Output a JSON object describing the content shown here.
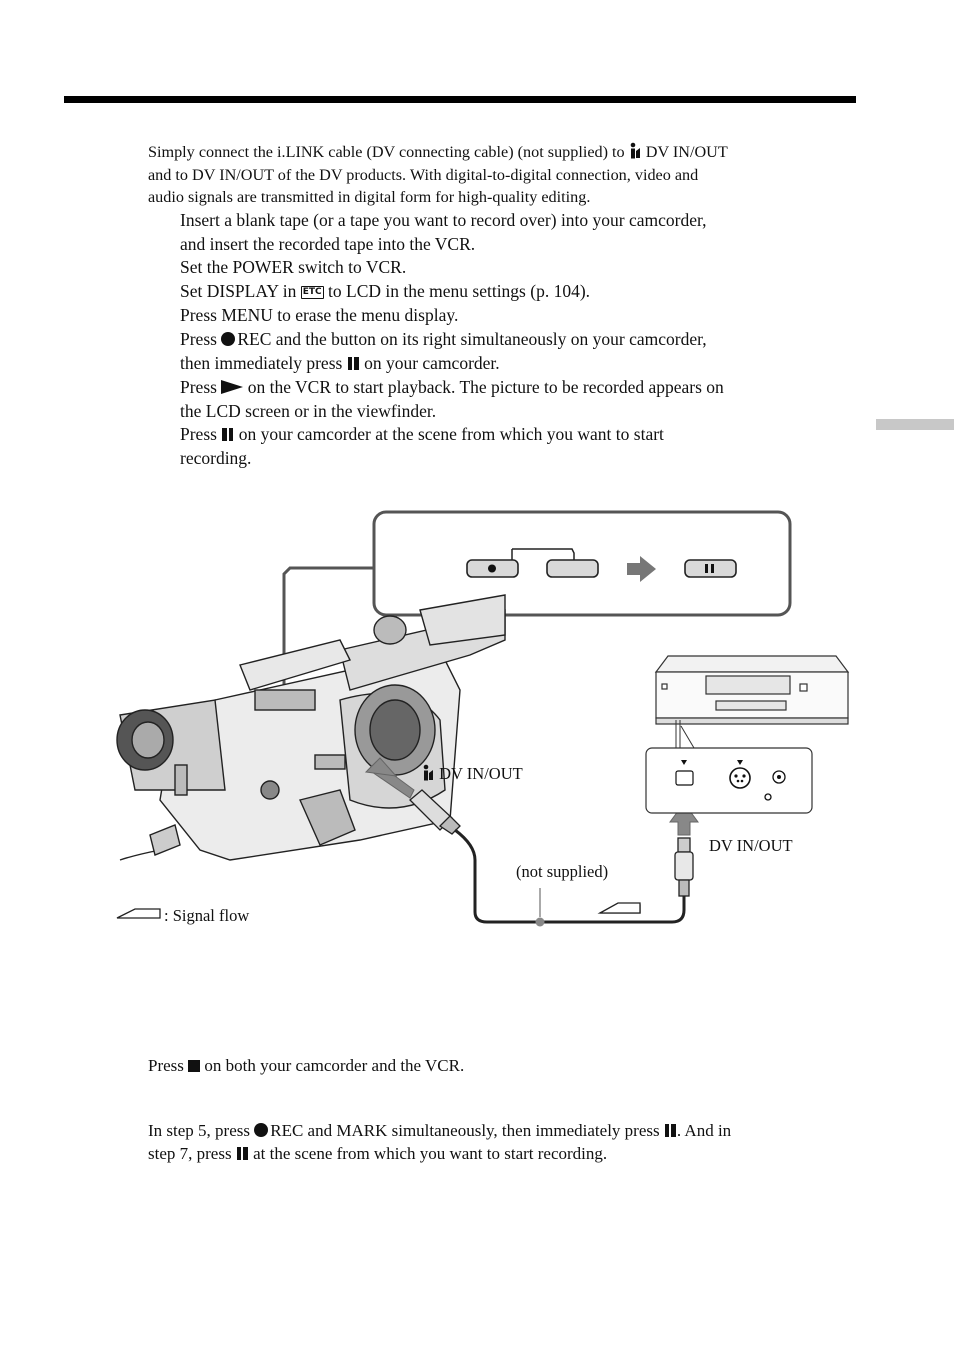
{
  "intro": [
    "Simply connect the i.LINK cable (DV connecting cable) (not supplied) to",
    "DV IN/OUT",
    "and to DV IN/OUT of the DV products.  With digital-to-digital connection, video and",
    "audio signals are transmitted in digital form for high-quality editing."
  ],
  "steps": [
    {
      "lines": [
        "Insert a blank tape (or a tape you want to record over) into your camcorder,",
        "and insert the recorded tape into the VCR."
      ]
    },
    {
      "lines": [
        "Set the POWER switch to VCR."
      ]
    },
    {
      "pre": "Set DISPLAY in",
      "icon": "ETC",
      "post": "to LCD in the menu settings (p. 104)."
    },
    {
      "lines": [
        "Press MENU to erase the menu display."
      ]
    },
    {
      "a": "Press",
      "b": "REC and the button on its right simultaneously on your camcorder,",
      "c": "then immediately press",
      "d": "on your camcorder."
    },
    {
      "a": "Press",
      "b": "on the VCR to start playback. The picture to be recorded appears on",
      "c": "the LCD screen or in the viewfinder."
    },
    {
      "a": "Press",
      "b": "on your camcorder at the scene from which you want to start",
      "c": "recording."
    }
  ],
  "diagram": {
    "camera_port_label": "DV IN/OUT",
    "vcr_port_label": "DV IN/OUT",
    "cable_label": "(not supplied)",
    "signal_flow_label": ": Signal flow"
  },
  "stop": {
    "a": "Press",
    "b": "on both your camcorder and the VCR."
  },
  "note": {
    "l1a": "In step 5, press",
    "l1b": "REC and MARK simultaneously, then immediately press",
    "l1c": ". And in",
    "l2a": "step 7, press",
    "l2b": "at the scene from which you want to start recording."
  },
  "icons": [
    "record-dot-icon",
    "pause-icon",
    "play-icon",
    "stop-icon",
    "etc-menu-icon",
    "ilink-icon"
  ]
}
